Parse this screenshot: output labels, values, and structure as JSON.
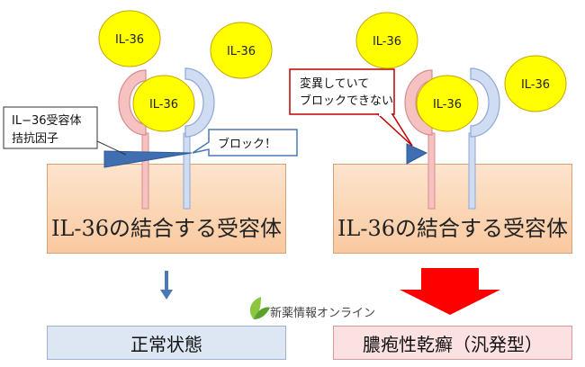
{
  "ligand_label": "IL-36",
  "left_panel": {
    "receptor_label": "IL-36の結合する受容体",
    "antagonist_label_line1": "IL−36受容体",
    "antagonist_label_line2": "拮抗因子",
    "block_callout": "ブロック！",
    "result_label": "正常状態"
  },
  "right_panel": {
    "receptor_label": "IL-36の結合する受容体",
    "mutation_callout_line1": "変異していて",
    "mutation_callout_line2": "ブロックできない",
    "result_label": "膿疱性乾癬（汎発型）"
  },
  "watermark": "新薬情報オンライン",
  "colors": {
    "ligand_fill": "#ffff00",
    "ligand_stroke": "#c9a400",
    "receptor_pink_fill": "#f6c1c1",
    "receptor_pink_stroke": "#d98c8c",
    "receptor_blue_fill": "#cfdcf2",
    "receptor_blue_stroke": "#8ea8d6",
    "antagonist": "#3f6fb0",
    "small_arrow": "#4a78b6",
    "big_arrow": "#ff0000",
    "callout_left_border": "#4a78b6",
    "callout_right_border": "#c00000"
  }
}
